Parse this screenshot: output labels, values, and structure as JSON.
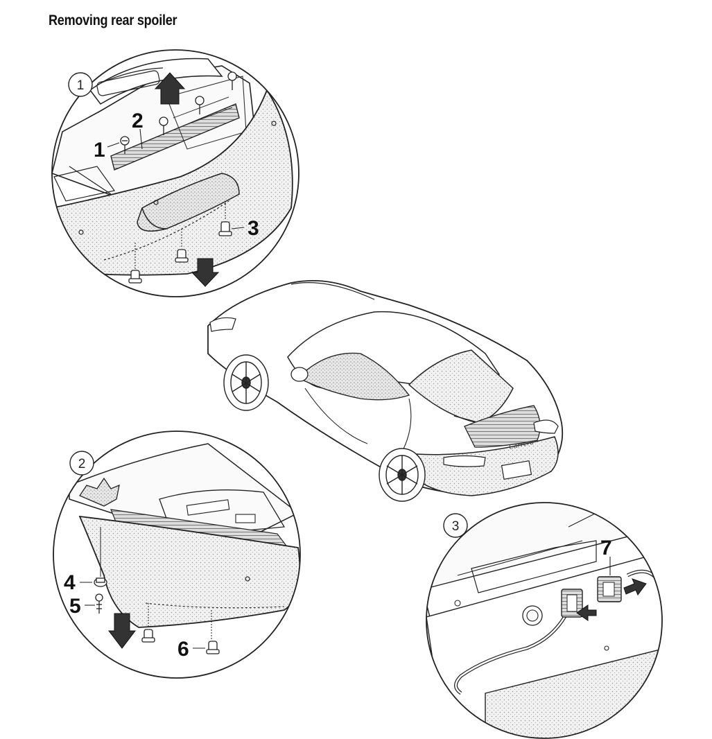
{
  "title": "Removing rear spoiler",
  "steps": [
    "1",
    "2",
    "3"
  ],
  "callouts": [
    "1",
    "2",
    "3",
    "4",
    "5",
    "6",
    "7"
  ],
  "car_badge": "Carrera"
}
